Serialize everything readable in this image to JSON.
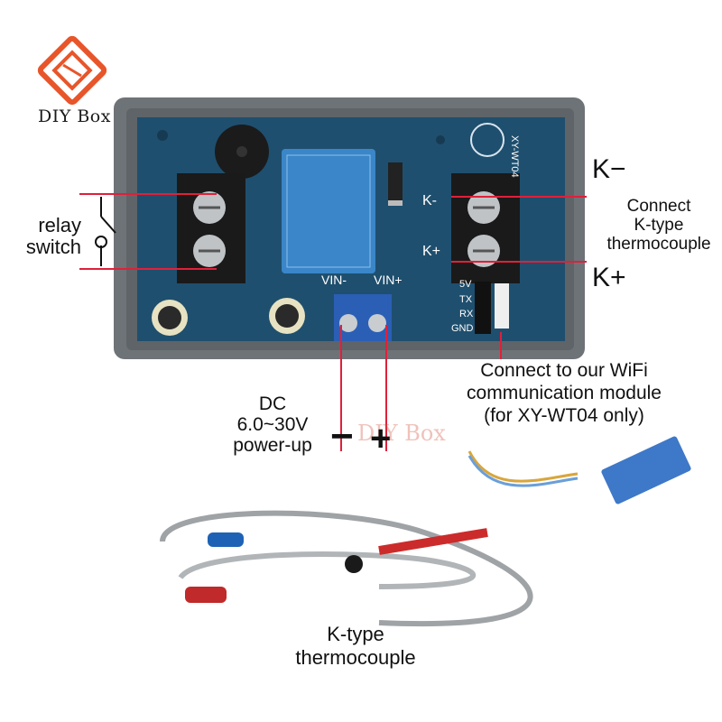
{
  "brand": {
    "logo_text": "DIY Box",
    "watermark_text": "DIY Box"
  },
  "labels": {
    "relay_line1": "relay",
    "relay_line2": "switch",
    "k_minus": "K−",
    "k_plus": "K+",
    "connect_k_line1": "Connect",
    "connect_k_line2": "K-type",
    "connect_k_line3": "thermocouple",
    "dc_line1": "DC",
    "dc_line2": "6.0~30V",
    "dc_line3": "power-up",
    "minus_sign": "−",
    "plus_sign": "+",
    "wifi_line1": "Connect to our WiFi",
    "wifi_line2": "communication module",
    "wifi_line3": "(for XY-WT04 only)",
    "thermo_line1": "K-type",
    "thermo_line2": "thermocouple"
  },
  "board": {
    "vin_minus": "VIN-",
    "vin_plus": "VIN+",
    "k_minus": "K-",
    "k_plus": "K+",
    "model": "XY-WT04",
    "pins": [
      "5V",
      "TX",
      "RX",
      "GND"
    ]
  },
  "colors": {
    "logo_orange": "#e8552a",
    "callout_red": "#e0203a",
    "pcb_blue": "#1f4f6e",
    "housing_gray": "#6e7378",
    "relay_blue": "#3a86c8"
  }
}
